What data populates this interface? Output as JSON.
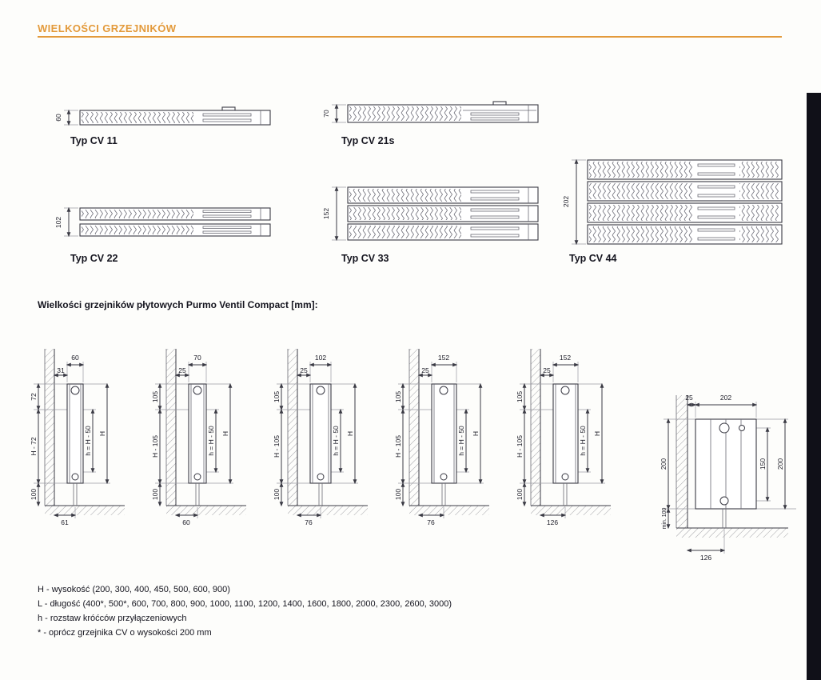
{
  "header": {
    "title": "WIELKOŚCI GRZEJNIKÓW"
  },
  "section": {
    "subtitle": "Wielkości grzejników płytowych Purmo Ventil Compact [mm]:"
  },
  "top_views": [
    {
      "label": "Typ CV 11",
      "depth": "60"
    },
    {
      "label": "Typ CV 21s",
      "depth": "70"
    },
    {
      "label": "Typ CV 22",
      "depth": "102"
    },
    {
      "label": "Typ CV 33",
      "depth": "152"
    },
    {
      "label": "Typ CV 44",
      "depth": "202"
    }
  ],
  "side_views": [
    {
      "wall_gap": "31",
      "depth": "60",
      "top_span": "72",
      "mid_span": "H - 72",
      "floor_clearance": "100",
      "connection_offset": "61",
      "pipe_spacing": "h = H - 50",
      "height_label": "H"
    },
    {
      "wall_gap": "25",
      "depth": "70",
      "top_span": "105",
      "mid_span": "H - 105",
      "floor_clearance": "100",
      "connection_offset": "60",
      "pipe_spacing": "h = H - 50",
      "height_label": "H"
    },
    {
      "wall_gap": "25",
      "depth": "102",
      "top_span": "105",
      "mid_span": "H - 105",
      "floor_clearance": "100",
      "connection_offset": "76",
      "pipe_spacing": "h = H - 50",
      "height_label": "H"
    },
    {
      "wall_gap": "25",
      "depth": "152",
      "top_span": "105",
      "mid_span": "H - 105",
      "floor_clearance": "100",
      "connection_offset": "76",
      "pipe_spacing": "h = H - 50",
      "height_label": "H"
    },
    {
      "wall_gap": "25",
      "depth": "152",
      "top_span": "105",
      "mid_span": "H - 105",
      "floor_clearance": "100",
      "connection_offset": "126",
      "pipe_spacing": "h = H - 50",
      "height_label": "H"
    }
  ],
  "cv44_side_view": {
    "depth": "202",
    "wall_gap": "25",
    "height_left": "200",
    "min_floor_clearance": "min. 100",
    "pipe_spacing": "150",
    "height_right": "200",
    "connection_offset": "126"
  },
  "footnotes": [
    "H - wysokość (200, 300, 400, 450, 500, 600, 900)",
    "L - długość (400*, 500*, 600, 700, 800, 900, 1000, 1100, 1200, 1400, 1600, 1800, 2000, 2300, 2600, 3000)",
    "h - rozstaw króćców przyłączeniowych",
    "* - oprócz grzejnika CV o wysokości 200 mm"
  ],
  "colors": {
    "accent": "#E39A3B",
    "ink": "#1B1B26"
  }
}
